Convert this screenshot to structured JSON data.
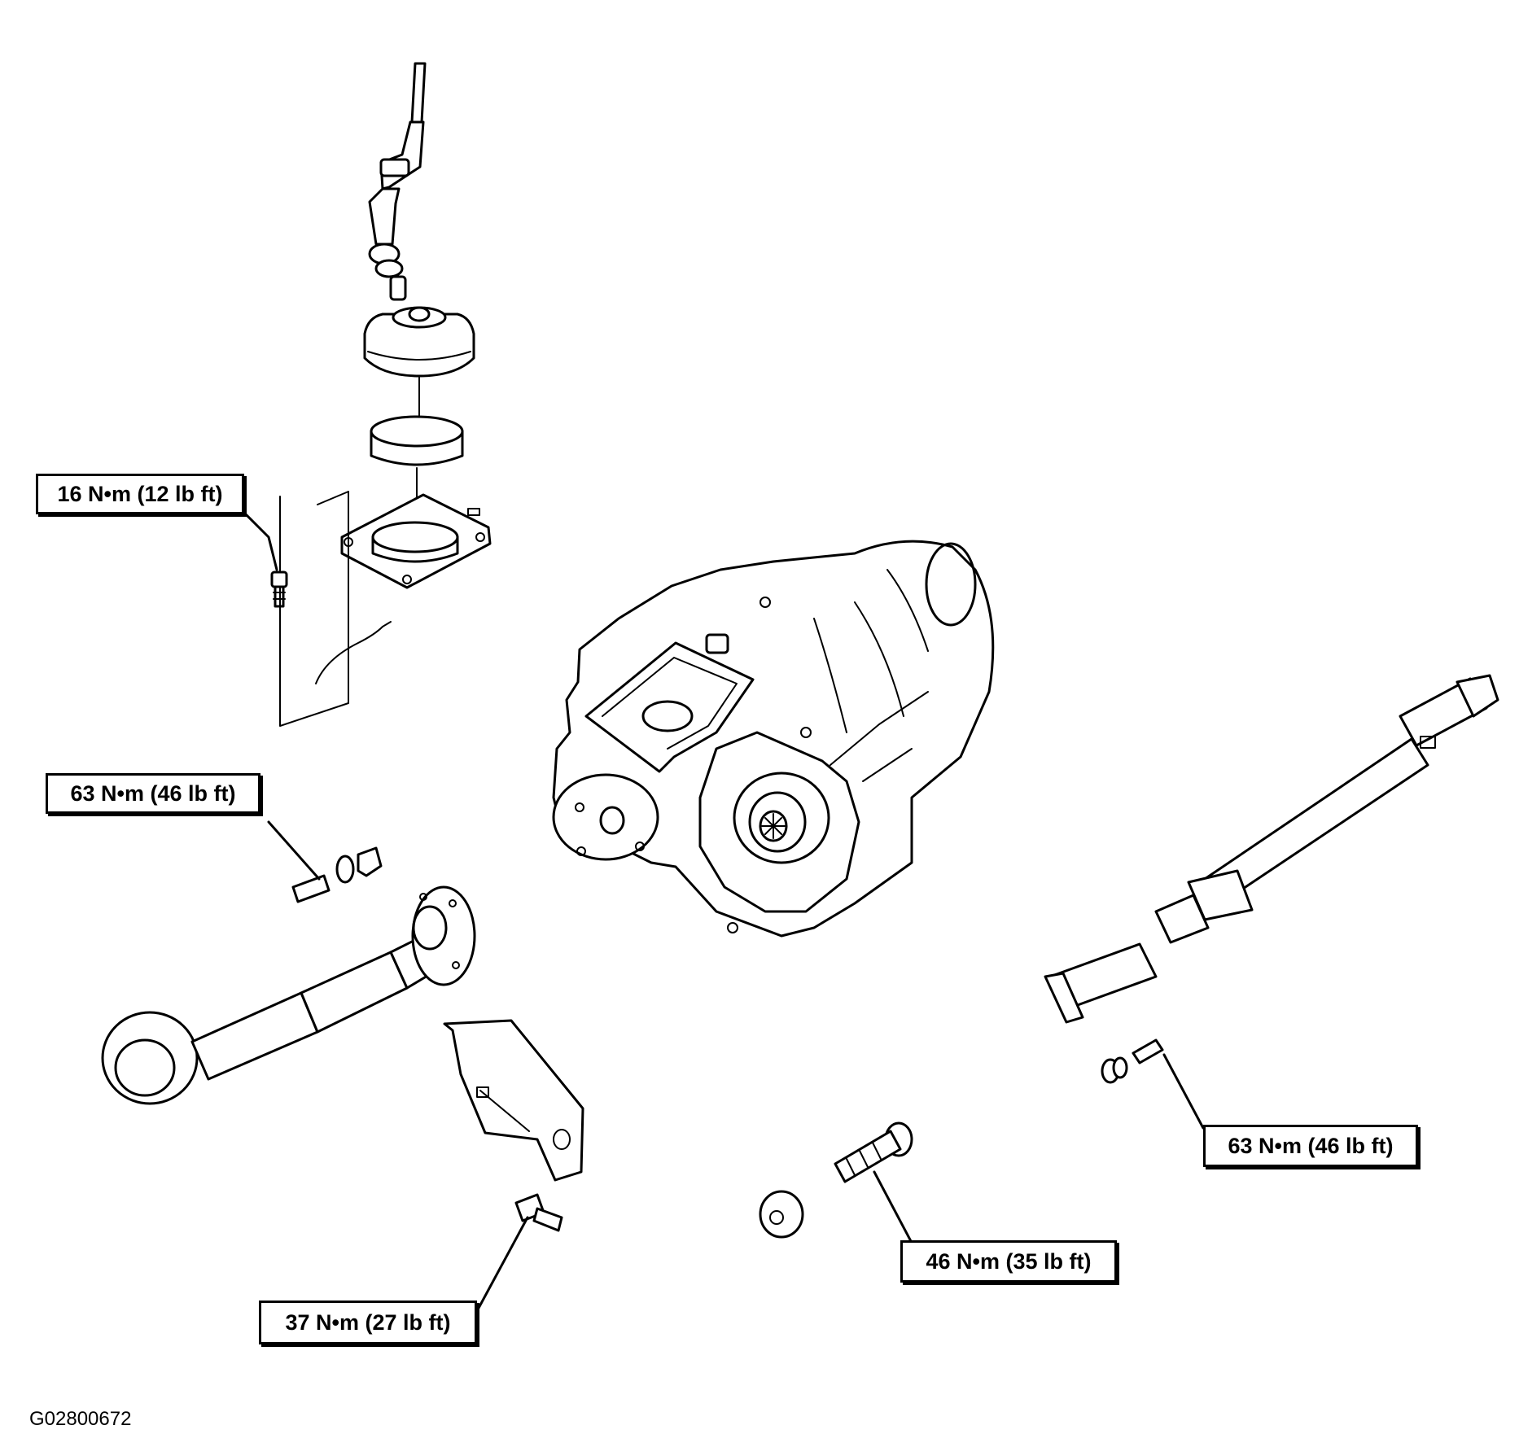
{
  "callouts": {
    "shift_cover_bolt": "16 N•m (12 lb ft)",
    "front_shaft_bolt": "63 N•m (46 lb ft)",
    "rear_shaft_bolt": "63 N•m (46 lb ft)",
    "mount_bolt": "46 N•m (35 lb ft)",
    "bracket_bolt": "37 N•m (27 lb ft)"
  },
  "figure_id": "G02800672"
}
